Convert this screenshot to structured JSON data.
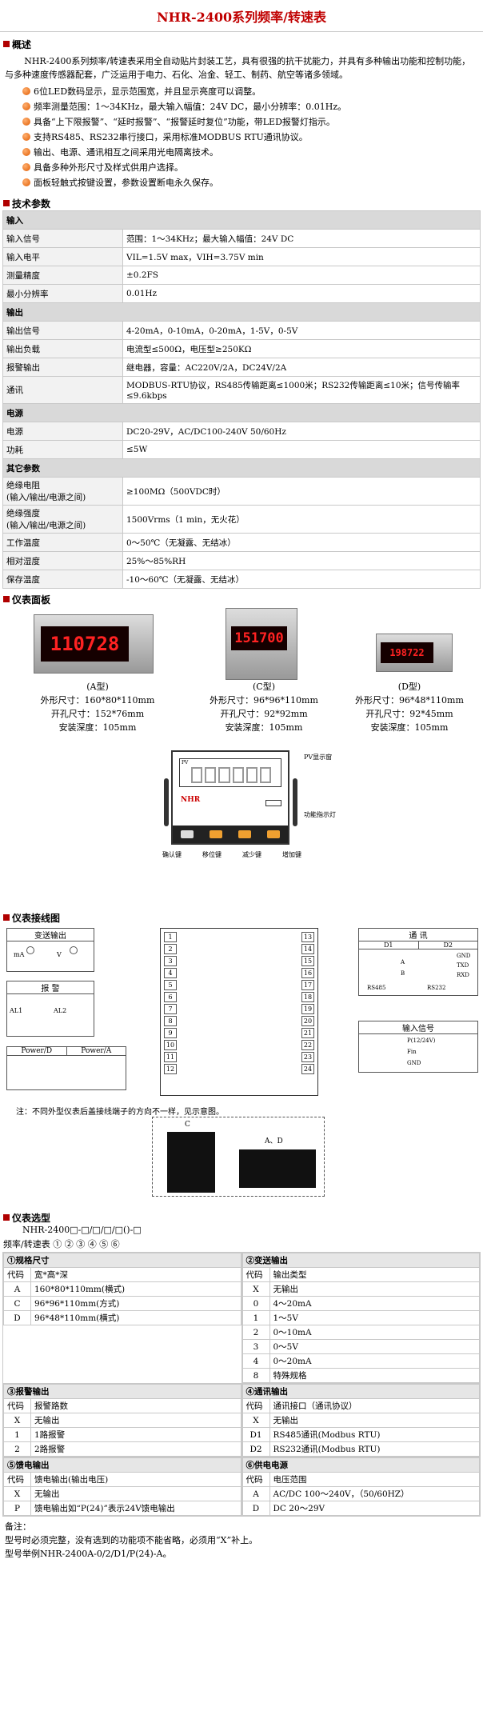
{
  "title": "NHR-2400系列频率/转速表",
  "overview": {
    "heading": "概述",
    "intro": "NHR-2400系列频率/转速表采用全自动贴片封装工艺，具有很强的抗干扰能力，并具有多种输出功能和控制功能，与多种速度传感器配套，广泛运用于电力、石化、冶金、轻工、制药、航空等诸多领域。",
    "features": [
      "6位LED数码显示，显示范围宽，并且显示亮度可以调整。",
      "频率测量范围：1～34KHz，最大输入幅值：24V  DC，最小分辨率：0.01Hz。",
      "具备“上下限报警”、“延时报警”、“报警延时复位”功能，带LED报警灯指示。",
      "支持RS485、RS232串行接口，采用标准MODBUS RTU通讯协议。",
      "输出、电源、通讯相互之间采用光电隔离技术。",
      "具备多种外形尺寸及样式供用户选择。",
      "面板轻触式按键设置，参数设置断电永久保存。"
    ]
  },
  "spec": {
    "heading": "技术参数",
    "groups": [
      {
        "name": "输入",
        "rows": [
          {
            "k": "输入信号",
            "v": "范围：1～34KHz；最大输入幅值：24V DC"
          },
          {
            "k": "输入电平",
            "v": "VIL=1.5V max，VIH=3.75V min"
          },
          {
            "k": "测量精度",
            "v": "±0.2FS"
          },
          {
            "k": "最小分辨率",
            "v": "0.01Hz"
          }
        ]
      },
      {
        "name": "输出",
        "rows": [
          {
            "k": "输出信号",
            "v": "4-20mA，0-10mA，0-20mA，1-5V，0-5V"
          },
          {
            "k": "输出负载",
            "v": "电流型≤500Ω，电压型≥250KΩ"
          },
          {
            "k": "报警输出",
            "v": "继电器，容量：AC220V/2A，DC24V/2A"
          },
          {
            "k": "通讯",
            "v": "MODBUS-RTU协议，RS485传输距离≤1000米；RS232传输距离≤10米；信号传输率≤9.6kbps"
          }
        ]
      },
      {
        "name": "电源",
        "rows": [
          {
            "k": "电源",
            "v": "DC20-29V，AC/DC100-240V  50/60Hz"
          },
          {
            "k": "功耗",
            "v": "≤5W"
          }
        ]
      },
      {
        "name": "其它参数",
        "rows": [
          {
            "k": "绝缘电阻\n(输入/输出/电源之间)",
            "v": "≥100MΩ（500VDC时）"
          },
          {
            "k": "绝缘强度\n(输入/输出/电源之间)",
            "v": "1500Vrms（1 min，无火花）"
          },
          {
            "k": "工作温度",
            "v": "0～50℃（无凝露、无结冰）"
          },
          {
            "k": "相对湿度",
            "v": "25%～85%RH"
          },
          {
            "k": "保存温度",
            "v": "-10～60℃（无凝露、无结冰）"
          }
        ]
      }
    ]
  },
  "panels": {
    "heading": "仪表面板",
    "models": [
      {
        "display": "110728",
        "type": "(A型)",
        "size": "外形尺寸：160*80*110mm",
        "hole": "开孔尺寸：152*76mm",
        "depth": "安装深度：105mm"
      },
      {
        "display": "151700",
        "type": "(C型)",
        "size": "外形尺寸：96*96*110mm",
        "hole": "开孔尺寸：92*92mm",
        "depth": "安装深度：105mm"
      },
      {
        "display": "198722",
        "type": "(D型)",
        "size": "外形尺寸：96*48*110mm",
        "hole": "开孔尺寸：92*45mm",
        "depth": "安装深度：105mm"
      }
    ],
    "diagram": {
      "pv_label": "PV显示窗",
      "fn_label": "功能指示灯",
      "pv": "PV",
      "logo": "NHR",
      "keys": [
        "确认键",
        "移位键",
        "减少键",
        "增加键"
      ]
    }
  },
  "wiring": {
    "heading": "仪表接线图",
    "transmit_title": "变送输出",
    "transmit_ma": "mA",
    "transmit_v": "V",
    "alarm_title": "报    警",
    "al1": "AL1",
    "al2": "AL2",
    "power_d": "Power/D",
    "power_a": "Power/A",
    "comm_title": "通    讯",
    "d1": "D1",
    "d2": "D2",
    "rs485": "RS485",
    "rs232": "RS232",
    "comm_a": "A",
    "comm_b": "B",
    "gnd": "GND",
    "txd": "TXD",
    "rxd": "RXD",
    "input_title": "输入信号",
    "in_p": "P(12/24V)",
    "in_fin": "Fin",
    "in_gnd": "GND",
    "left_terms": [
      "1",
      "2",
      "3",
      "4",
      "5",
      "6",
      "7",
      "8",
      "9",
      "10",
      "11",
      "12"
    ],
    "right_terms": [
      "13",
      "14",
      "15",
      "16",
      "17",
      "18",
      "19",
      "20",
      "21",
      "22",
      "23",
      "24"
    ],
    "note": "注：不同外型仪表后盖接线端子的方向不一样，见示意图。",
    "side_c": "C",
    "side_ad": "A、D"
  },
  "selection": {
    "heading": "仪表选型",
    "model_code": "NHR-2400□-□/□/□/□()-□",
    "index_line": "频率/转速表  ①  ②  ③  ④  ⑤     ⑥",
    "blocks": [
      {
        "title": "①规格尺寸",
        "h1": "代码",
        "h2": "宽*高*深",
        "rows": [
          [
            "A",
            "160*80*110mm(横式)"
          ],
          [
            "C",
            "96*96*110mm(方式)"
          ],
          [
            "D",
            "96*48*110mm(横式)"
          ]
        ]
      },
      {
        "title": "②变送输出",
        "h1": "代码",
        "h2": "输出类型",
        "rows": [
          [
            "X",
            "无输出"
          ],
          [
            "0",
            "4～20mA"
          ],
          [
            "1",
            "1～5V"
          ],
          [
            "2",
            "0～10mA"
          ],
          [
            "3",
            "0～5V"
          ],
          [
            "4",
            "0～20mA"
          ],
          [
            "8",
            "特殊规格"
          ]
        ]
      },
      {
        "title": "③报警输出",
        "h1": "代码",
        "h2": "报警路数",
        "rows": [
          [
            "X",
            "无输出"
          ],
          [
            "1",
            "1路报警"
          ],
          [
            "2",
            "2路报警"
          ]
        ]
      },
      {
        "title": "④通讯输出",
        "h1": "代码",
        "h2": "通讯接口（通讯协议）",
        "rows": [
          [
            "X",
            "无输出"
          ],
          [
            "D1",
            "RS485通讯(Modbus RTU)"
          ],
          [
            "D2",
            "RS232通讯(Modbus RTU)"
          ]
        ]
      },
      {
        "title": "⑤馈电输出",
        "h1": "代码",
        "h2": "馈电输出(输出电压)",
        "rows": [
          [
            "X",
            "无输出"
          ],
          [
            "P",
            "馈电输出如“P(24)”表示24V馈电输出"
          ]
        ]
      },
      {
        "title": "⑥供电电源",
        "h1": "代码",
        "h2": "电压范围",
        "rows": [
          [
            "A",
            "AC/DC 100～240V，（50/60HZ）"
          ],
          [
            "D",
            "DC 20～29V"
          ]
        ]
      }
    ],
    "notes": [
      "备注：",
      "型号时必须完整，没有选到的功能项不能省略，必须用“X”补上。",
      "型号举例NHR-2400A-0/2/D1/P(24)-A。"
    ]
  }
}
